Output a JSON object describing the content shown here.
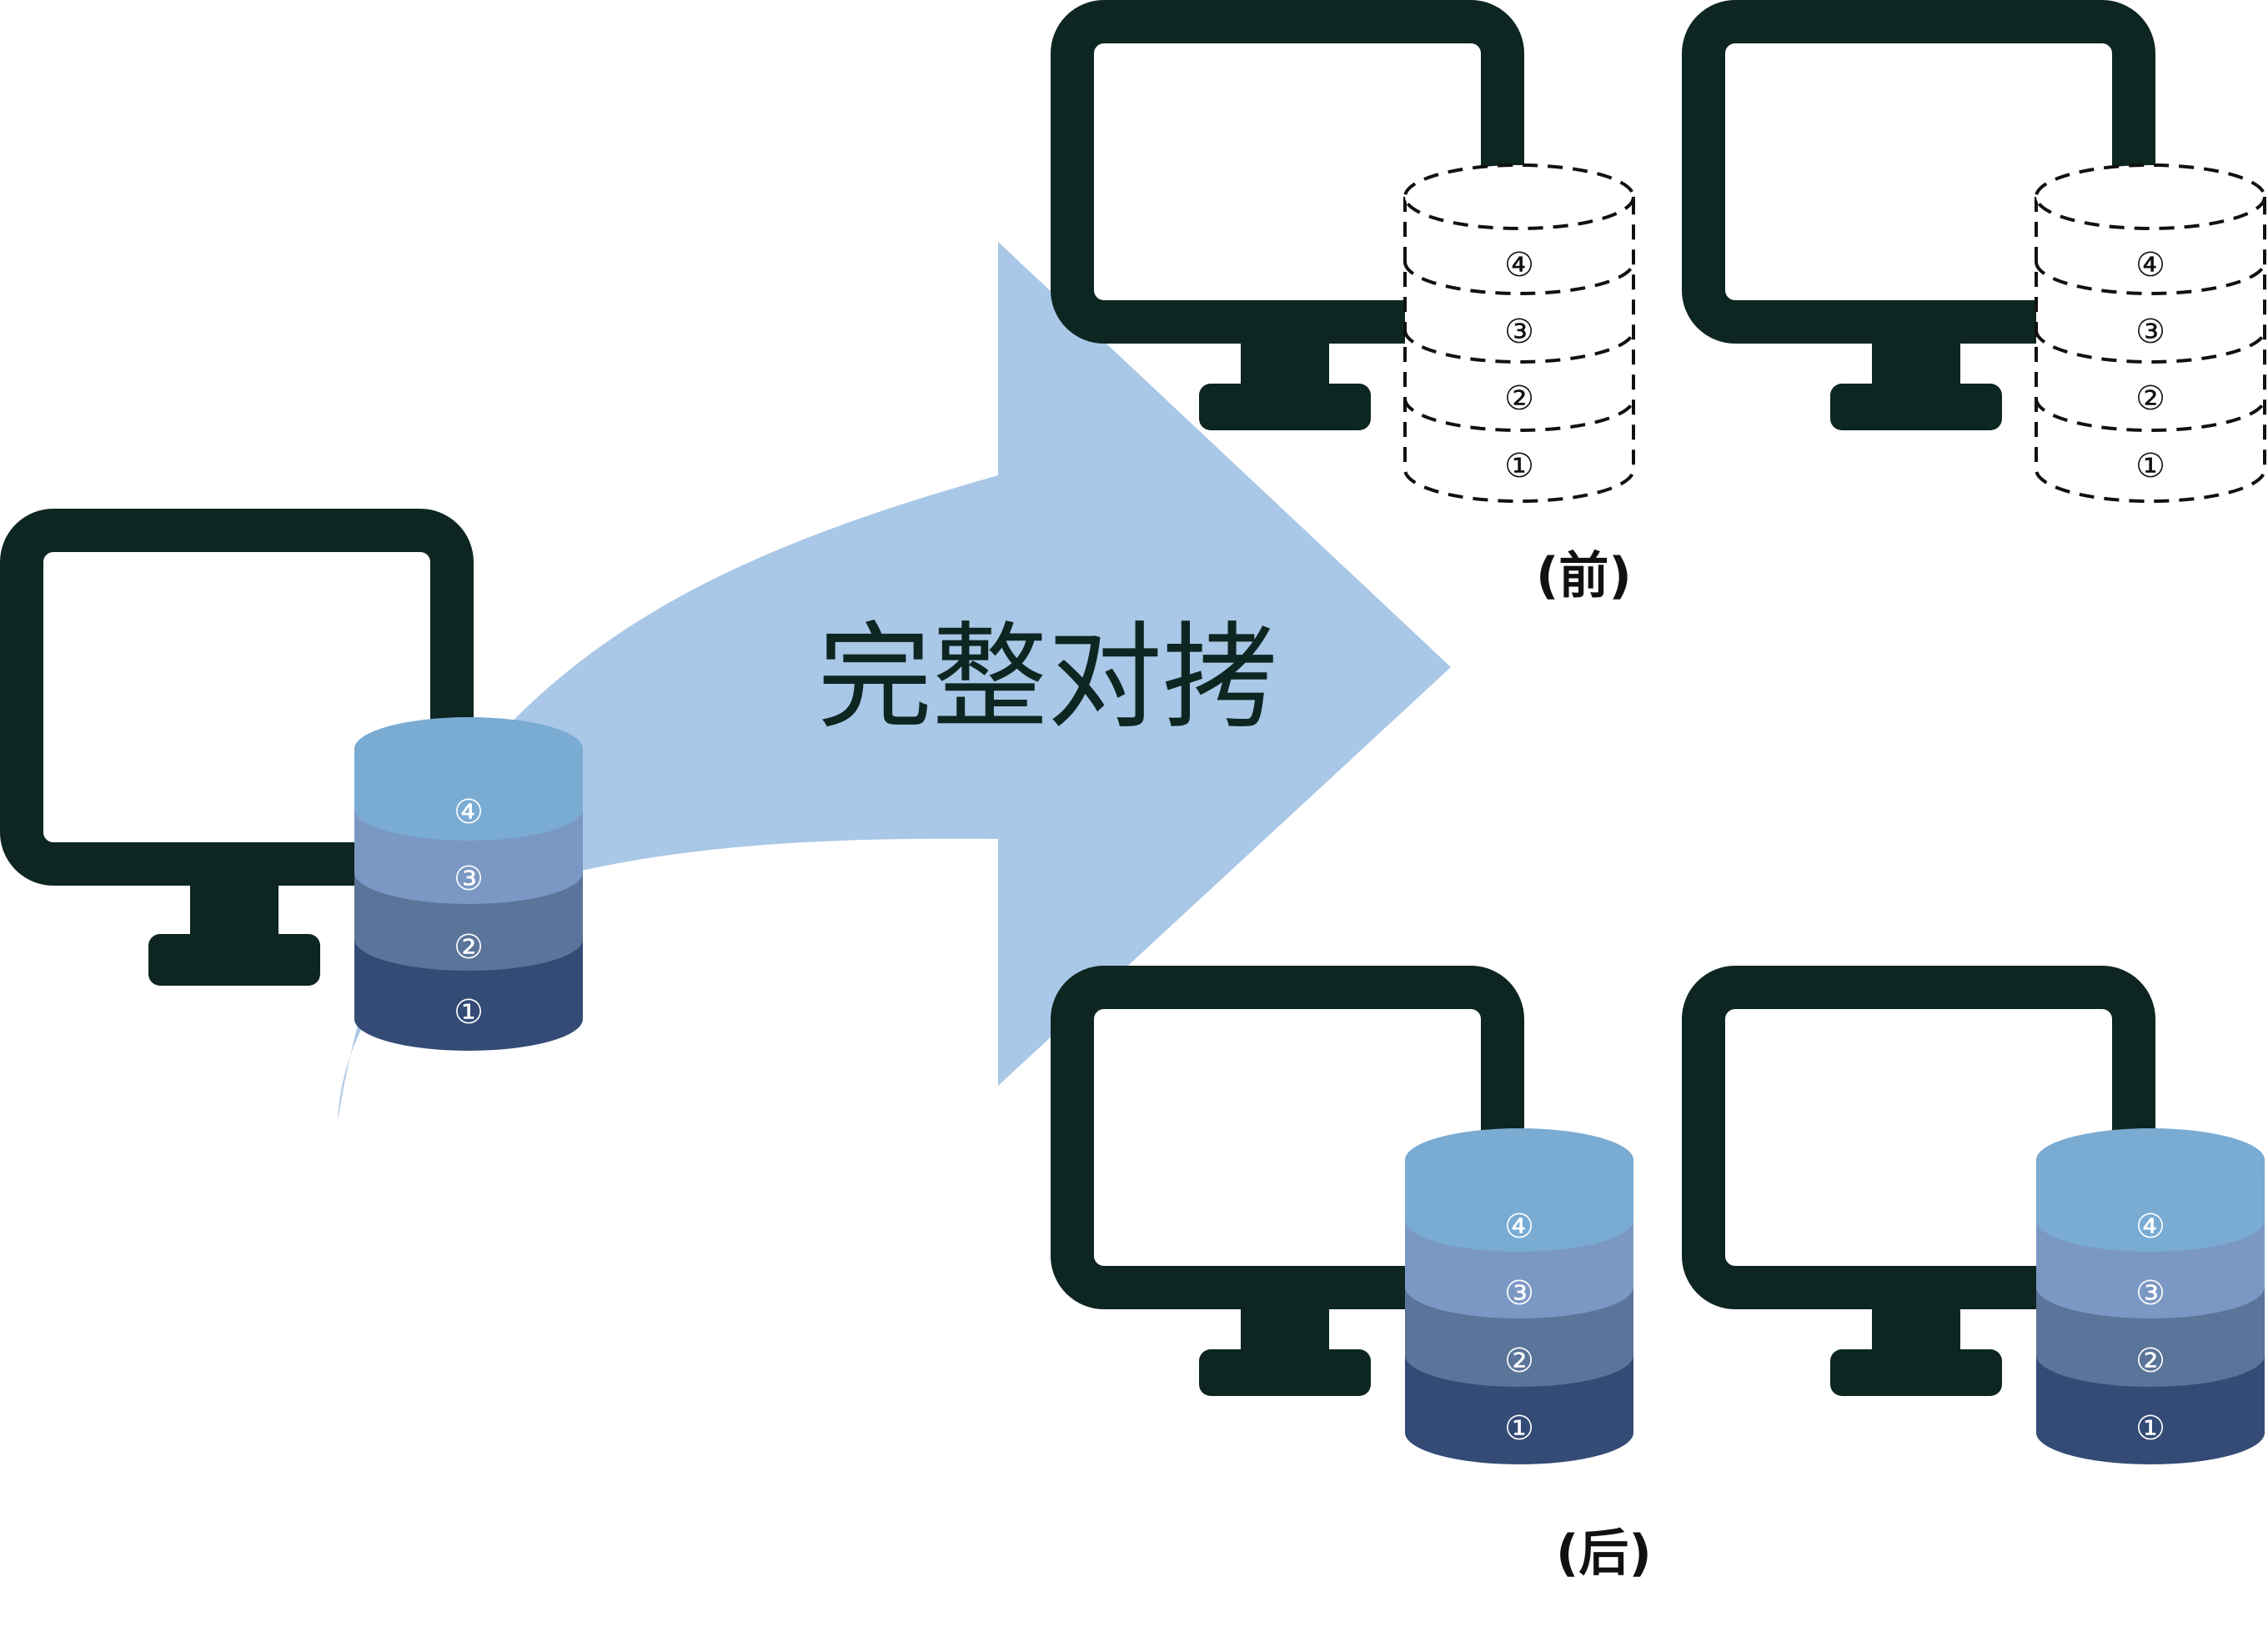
{
  "arrow": {
    "label": "完整对拷"
  },
  "captions": {
    "before": "(前)",
    "after": "(后)"
  },
  "layers": [
    "①",
    "②",
    "③",
    "④"
  ],
  "colors": {
    "monitor": "#0e2622",
    "arrow": "#a9c7e6",
    "layer_1": "#344b76",
    "layer_2": "#5b7499",
    "layer_3": "#7b98c4",
    "layer_4": "#79abd3",
    "dashed_outline": "#111111"
  },
  "icons": {
    "monitor": "monitor-icon",
    "database": "database-icon"
  }
}
